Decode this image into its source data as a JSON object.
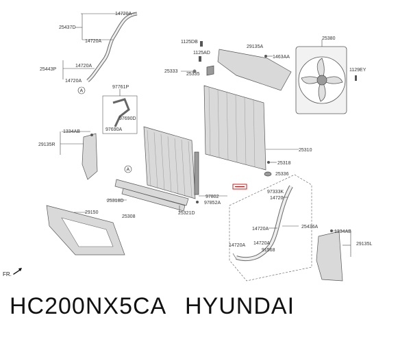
{
  "footer": {
    "code": "HC200NX5CA",
    "brand": "HYUNDAI"
  },
  "direction_label": "FR.",
  "ref_marks": {
    "a1": "A",
    "a2": "A"
  },
  "parts": {
    "p14720a_top": "14720A",
    "p25437d": "25437D",
    "p14720a_2": "14720A",
    "p25443p": "25443P",
    "p14720a_3": "14720A",
    "p14720a_4": "14720A",
    "p97761p": "97761P",
    "p97690d": "97690D",
    "p97690a": "97690A",
    "p1334ab_l": "1334AB",
    "p29135r": "29135R",
    "p1125db": "1125DB",
    "p1125ad": "1125AD",
    "p25333": "25333",
    "p25335": "25335",
    "p29135a": "29135A",
    "p1463aa": "1463AA",
    "p25380": "25380",
    "p1129ey": "1129EY",
    "p25310": "25310",
    "p25318": "25318",
    "p25336": "25336",
    "p97802": "97802",
    "p97852a": "97852A",
    "p25318d": "25318D",
    "p25308": "25308",
    "p25321d": "25321D",
    "p29150": "29150",
    "p97333k": "97333K",
    "p14720": "14720",
    "p14720a_5": "14720A",
    "p25436a": "25436A",
    "p1334ab_r": "1334AB",
    "p14720a_6": "14720A",
    "p14720a_7": "14720A",
    "p91568": "91568",
    "p29135l": "29135L"
  },
  "highlight_color": "#d40000"
}
